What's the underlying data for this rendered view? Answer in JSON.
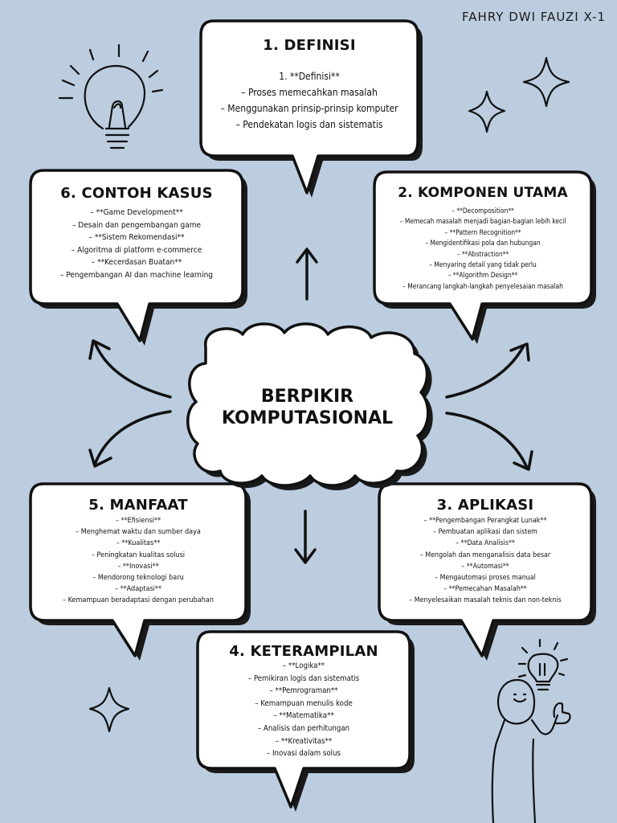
{
  "author": "FAHRY DWI FAUZI X-1",
  "center": [
    "BERPIKIR",
    "KOMPUTASIONAL"
  ],
  "sections": {
    "definisi": {
      "title": "1. DEFINISI",
      "items": [
        "1. **Definisi**",
        "– Proses memecahkan masalah",
        "– Menggunakan prinsip-prinsip komputer",
        "– Pendekatan logis dan sistematis"
      ]
    },
    "komponen": {
      "title": "2. KOMPONEN UTAMA",
      "items": [
        "– **Decomposition**",
        "– Memecah masalah menjadi bagian-bagian lebih kecil",
        "– **Pattern Recognition**",
        "– Mengidentifikasi pola dan hubungan",
        "– **Abstraction**",
        "– Menyaring detail yang tidak perlu",
        "– **Algorithm Design**",
        "– Merancang langkah-langkah penyelesaian masalah"
      ]
    },
    "aplikasi": {
      "title": "3. APLIKASI",
      "items": [
        "– **Pengembangan Perangkat Lunak**",
        "– Pembuatan aplikasi dan sistem",
        "– **Data Analisis**",
        "– Mengolah dan menganalisis data besar",
        "– **Automasi**",
        "– Mengautomasi proses manual",
        "– **Pemecahan Masalah**",
        "– Menyelesaikan masalah teknis dan non-teknis"
      ]
    },
    "keterampilan": {
      "title": "4. KETERAMPILAN",
      "items": [
        "– **Logika**",
        "– Pemikiran logis dan sistematis",
        "– **Pemrograman**",
        "– Kemampuan menulis kode",
        "– **Matematika**",
        "– Analisis dan perhitungan",
        "– **Kreativitas**",
        "– Inovasi dalam solus"
      ]
    },
    "manfaat": {
      "title": "5. MANFAAT",
      "items": [
        "– **Efisiensi**",
        "– Menghemat waktu dan sumber daya",
        "– **Kualitas**",
        "– Peningkatan kualitas solusi",
        "– **Inovasi**",
        "– Mendorong teknologi baru",
        "– **Adaptasi**",
        "– Kemampuan beradaptasi dengan perubahan"
      ]
    },
    "contoh": {
      "title": "6. CONTOH KASUS",
      "items": [
        "– **Game Development**",
        "– Desain dan pengembangan game",
        "– **Sistem Rekomendasi**",
        "– Algoritma di platform e-commerce",
        "– **Kecerdasan Buatan**",
        "– Pengembangan AI dan machine learning"
      ]
    }
  }
}
